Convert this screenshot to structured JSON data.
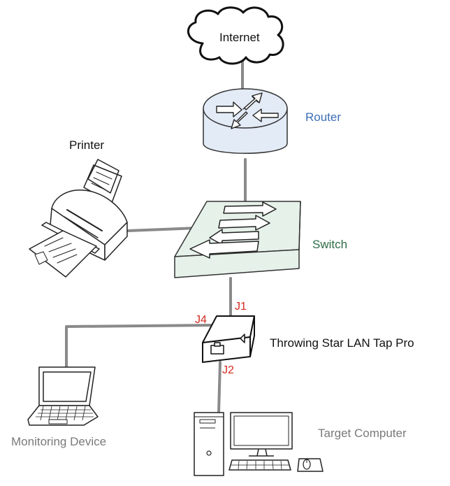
{
  "labels": {
    "internet": "Internet",
    "router": "Router",
    "printer": "Printer",
    "switch": "Switch",
    "tap": "Throwing Star LAN Tap Pro",
    "port_j1": "J1",
    "port_j2": "J2",
    "port_j4": "J4",
    "monitoring": "Monitoring Device",
    "target": "Target Computer"
  },
  "colors": {
    "router_label": "#3d6fb6",
    "switch_label": "#2e6b46",
    "port_label": "#d42a20",
    "gray_label": "#7a7a7a",
    "cable": "#8a8a8a",
    "router_fill": "#e3ebf7",
    "switch_fill": "#e5f1e9"
  },
  "icons": {
    "internet": "cloud-icon",
    "router": "router-icon",
    "printer": "printer-icon",
    "switch": "switch-icon",
    "tap": "lan-tap-icon",
    "monitoring": "laptop-icon",
    "target": "desktop-computer-icon"
  }
}
